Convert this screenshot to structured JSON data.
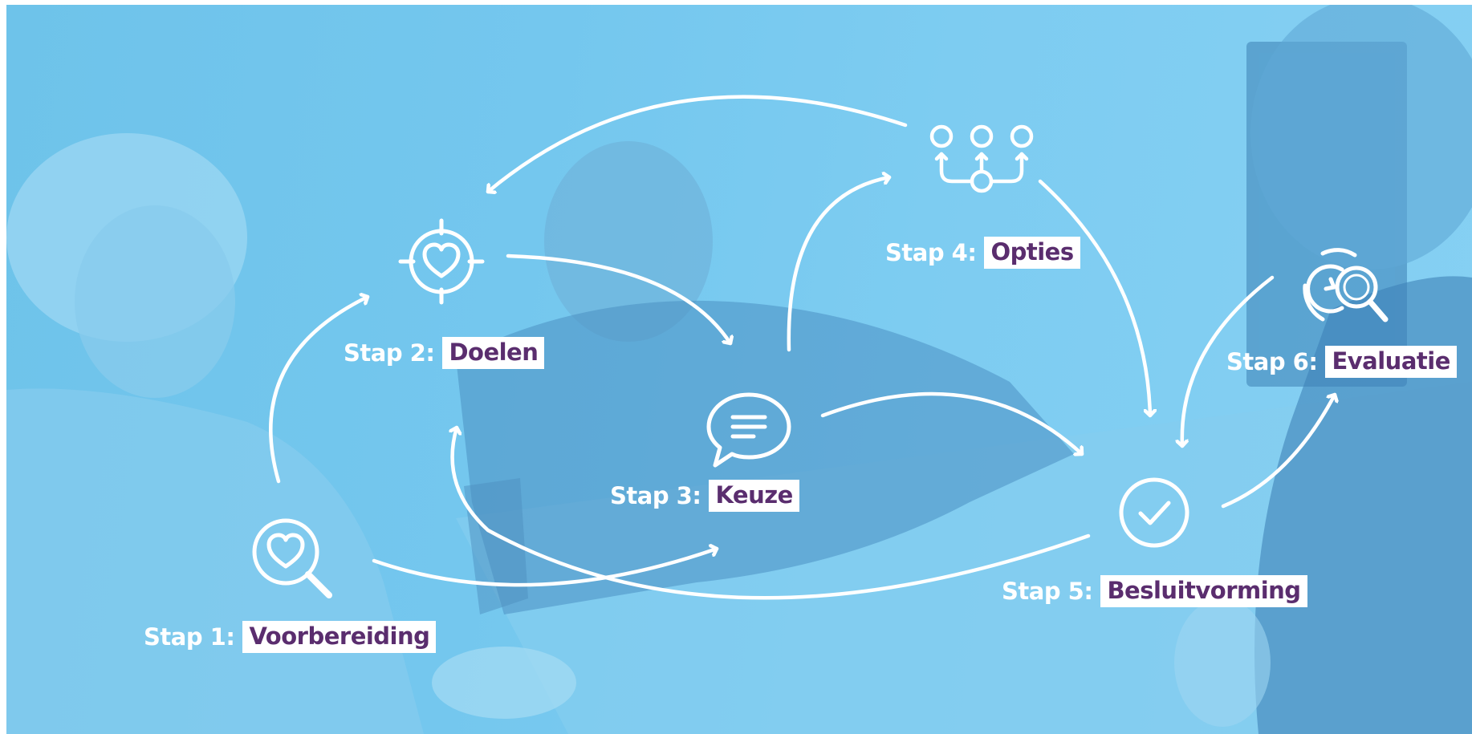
{
  "steps": [
    {
      "prefix": "Stap 1:",
      "name": "Voorbereiding",
      "icon": "heart-search-icon"
    },
    {
      "prefix": "Stap 2:",
      "name": "Doelen",
      "icon": "heart-target-icon"
    },
    {
      "prefix": "Stap 3:",
      "name": "Keuze",
      "icon": "chat-bubble-icon"
    },
    {
      "prefix": "Stap 4:",
      "name": "Opties",
      "icon": "options-tree-icon"
    },
    {
      "prefix": "Stap 5:",
      "name": "Besluitvorming",
      "icon": "checkmark-circle-icon"
    },
    {
      "prefix": "Stap 6:",
      "name": "Evaluatie",
      "icon": "evaluate-search-icon"
    }
  ],
  "colors": {
    "overlay": "#74c7ee",
    "label_background": "#ffffff",
    "label_text": "#5a2d6e",
    "line": "#ffffff"
  }
}
